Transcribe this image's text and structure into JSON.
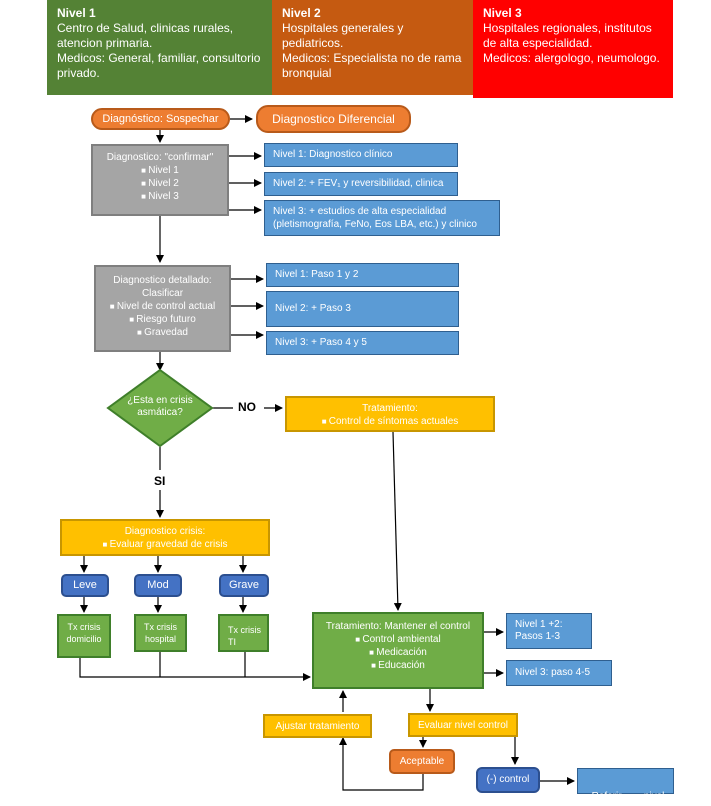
{
  "levels": [
    {
      "title": "Nivel 1",
      "lines": [
        "Centro de Salud, clinicas rurales,",
        "atencion primaria.",
        "Medicos: General, familiar, consultorio",
        "privado."
      ]
    },
    {
      "title": "Nivel 2",
      "lines": [
        "Hospitales generales y pediatricos.",
        "Medicos: Especialista no de rama",
        "bronquial"
      ]
    },
    {
      "title": "Nivel 3",
      "lines": [
        "Hospitales regionales, institutos",
        "de alta especialidad.",
        "Medicos: alergologo, neumologo."
      ]
    }
  ],
  "suspect": "Diagnóstico: Sospechar",
  "differential": "Diagnostico Diferencial",
  "confirm": {
    "title": "Diagnostico: \"confirmar\"",
    "items": [
      "Nivel 1",
      "Nivel 2",
      "Nivel 3"
    ]
  },
  "confirm_levels": [
    "Nivel 1: Diagnostico clínico",
    "Nivel 2: + FEV₁ y reversibilidad, clinica",
    "Nivel 3: + estudios de alta especialidad",
    "(pletismografía, FeNo, Eos LBA, etc.) y clinico"
  ],
  "detailed": {
    "title": "Diagnostico detallado:",
    "subtitle": "Clasificar",
    "items": [
      "Nivel de control actual",
      "Riesgo futuro",
      "Gravedad"
    ]
  },
  "detailed_levels": [
    "Nivel 1:  Paso  1 y 2",
    "Nivel 2: + Paso  3",
    "Nivel 3: + Paso 4 y 5"
  ],
  "crisis_question": [
    "¿Esta en crisis",
    "asmática?"
  ],
  "no_label": "NO",
  "si_label": "SI",
  "treatment_symptoms": {
    "title": "Tratamiento:",
    "item": "Control de síntomas actuales"
  },
  "crisis_dx": {
    "title": "Diagnostico crisis:",
    "item": "Evaluar gravedad de crisis"
  },
  "severity": [
    "Leve",
    "Mod",
    "Grave"
  ],
  "crisis_tx": [
    [
      "Tx crisis",
      "domicilio"
    ],
    [
      "Tx crisis",
      "hospital"
    ],
    [
      "Tx crisis",
      "TI"
    ]
  ],
  "maintain": {
    "title": "Tratamiento: Mantener el control",
    "items": [
      "Control  ambiental",
      "Medicación",
      "Educación"
    ]
  },
  "maintain_levels": [
    [
      "Nivel 1 +2:",
      "Pasos 1-3"
    ],
    [
      "Nivel 3: paso 4-5"
    ]
  ],
  "adjust": "Ajustar tratamiento",
  "evaluate": "Evaluar nivel control",
  "acceptable": "Aceptable",
  "neg_control": "(-) control",
  "refer": "Referir        nivel",
  "colors": {
    "level1": "#548235",
    "level2": "#c55a11",
    "level3": "#ff0000",
    "blue": "#5b9bd5",
    "gold": "#ffc000",
    "green": "#70ad47",
    "gray": "#a5a5a5",
    "orange": "#ed7d31",
    "royal": "#4472c4"
  }
}
